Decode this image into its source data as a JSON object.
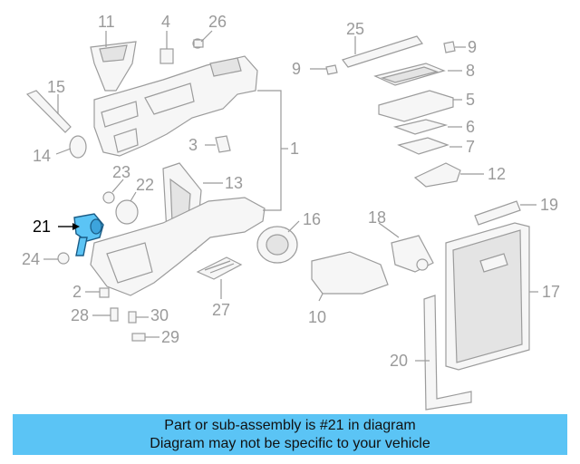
{
  "diagram": {
    "callouts": [
      {
        "id": "11",
        "label": "11"
      },
      {
        "id": "4",
        "label": "4"
      },
      {
        "id": "26",
        "label": "26"
      },
      {
        "id": "25",
        "label": "25"
      },
      {
        "id": "9a",
        "label": "9"
      },
      {
        "id": "9b",
        "label": "9"
      },
      {
        "id": "8",
        "label": "8"
      },
      {
        "id": "15",
        "label": "15"
      },
      {
        "id": "5",
        "label": "5"
      },
      {
        "id": "6",
        "label": "6"
      },
      {
        "id": "3",
        "label": "3"
      },
      {
        "id": "1",
        "label": "1"
      },
      {
        "id": "7",
        "label": "7"
      },
      {
        "id": "14",
        "label": "14"
      },
      {
        "id": "12",
        "label": "12"
      },
      {
        "id": "23",
        "label": "23"
      },
      {
        "id": "22",
        "label": "22"
      },
      {
        "id": "13",
        "label": "13"
      },
      {
        "id": "19",
        "label": "19"
      },
      {
        "id": "21",
        "label": "21"
      },
      {
        "id": "16",
        "label": "16"
      },
      {
        "id": "18",
        "label": "18"
      },
      {
        "id": "24",
        "label": "24"
      },
      {
        "id": "17",
        "label": "17"
      },
      {
        "id": "2",
        "label": "2"
      },
      {
        "id": "28",
        "label": "28"
      },
      {
        "id": "30",
        "label": "30"
      },
      {
        "id": "10",
        "label": "10"
      },
      {
        "id": "27",
        "label": "27"
      },
      {
        "id": "29",
        "label": "29"
      },
      {
        "id": "20",
        "label": "20"
      }
    ],
    "highlighted_part": "21",
    "highlight_color": "#5bc4f5"
  },
  "banner": {
    "line1": "Part or sub-assembly is #21 in diagram",
    "line2": "Diagram may not be specific to your vehicle",
    "color": "#5bc4f5"
  }
}
